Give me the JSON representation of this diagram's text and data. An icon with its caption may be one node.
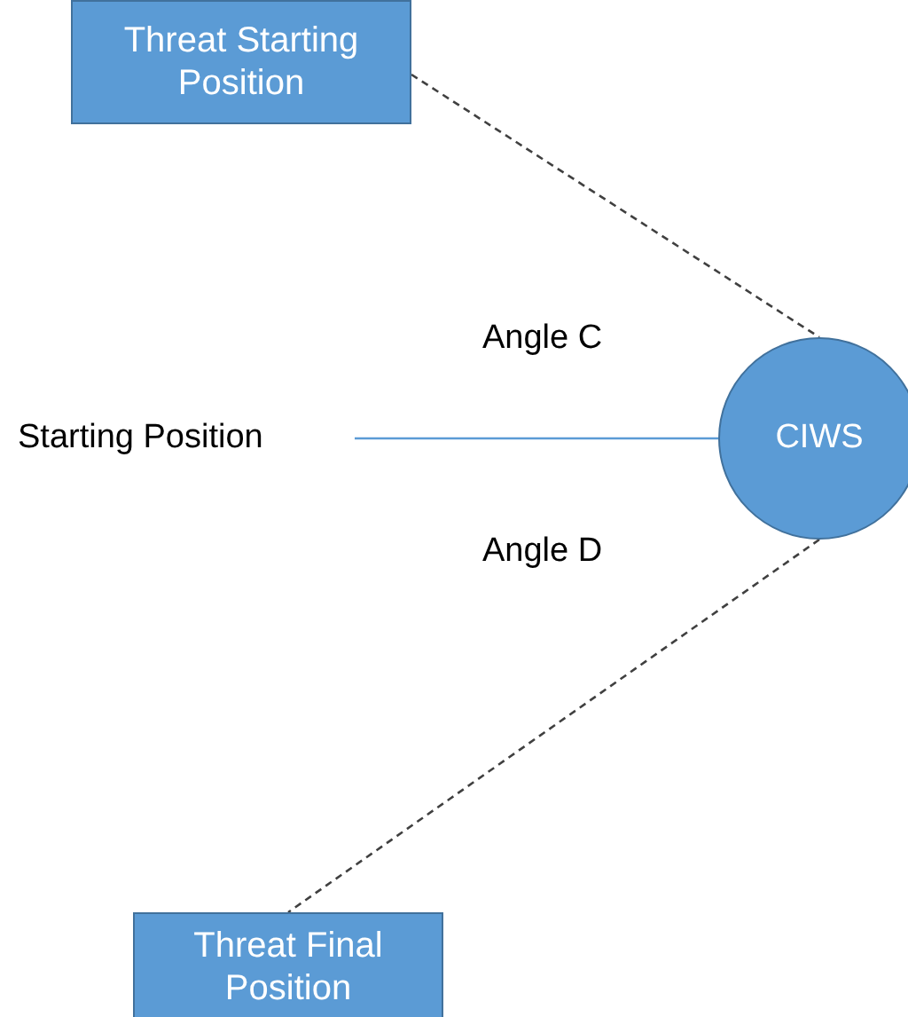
{
  "diagram": {
    "nodes": [
      {
        "text": [
          "Threat Starting Position"
        ]
      },
      {
        "text": [
          "Starting Position"
        ]
      },
      {
        "text": [
          "CIWS"
        ]
      },
      {
        "text": [
          "Threat Final Position"
        ]
      }
    ],
    "edges": [
      {
        "from": 0,
        "to": 2,
        "arrow": "none",
        "style": "dashed"
      },
      {
        "from": 1,
        "to": 2,
        "arrow": "none",
        "color": "#5b9bd5"
      },
      {
        "from": 2,
        "to": 3,
        "arrow": "none",
        "style": "dashed"
      }
    ],
    "labels": [
      "Angle C",
      "Angle D"
    ]
  }
}
